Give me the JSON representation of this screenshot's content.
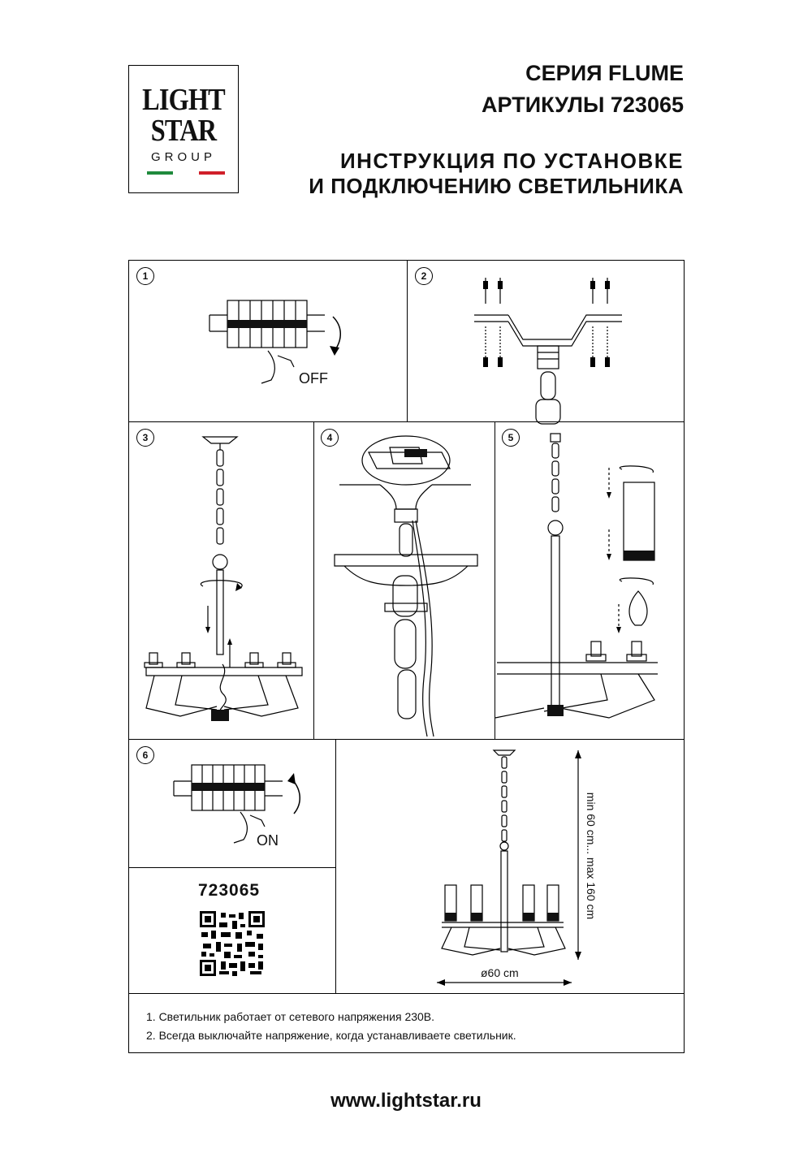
{
  "logo": {
    "line1": "LIGHT",
    "line2": "STAR",
    "line3": "GROUP",
    "flag_colors": [
      "#1f8a3c",
      "#ffffff",
      "#d0202a"
    ]
  },
  "header": {
    "series": "СЕРИЯ FLUME",
    "article": "АРТИКУЛЫ 723065",
    "instruction_line1": "ИНСТРУКЦИЯ ПО УСТАНОВКЕ",
    "instruction_line2": "И ПОДКЛЮЧЕНИЮ СВЕТИЛЬНИКА"
  },
  "steps": {
    "s1": "1",
    "s2": "2",
    "s3": "3",
    "s4": "4",
    "s5": "5",
    "s6": "6"
  },
  "labels": {
    "off": "OFF",
    "on": "ON",
    "height": "min 60 cm... max 160 cm",
    "diameter": "ø60 cm"
  },
  "article_code": "723065",
  "notes": [
    "1. Светильник работает от сетевого напряжения 230В.",
    "2. Всегда выключайте напряжение, когда устанавливаете светильник."
  ],
  "website": "www.lightstar.ru"
}
